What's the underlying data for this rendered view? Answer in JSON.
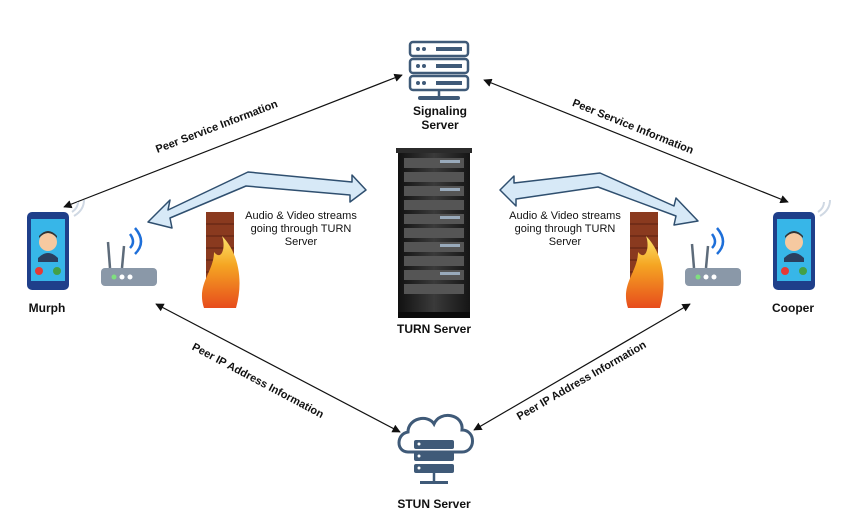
{
  "signaling_server": {
    "label_line1": "Signaling",
    "label_line2": "Server"
  },
  "turn_server": {
    "label": "TURN Server"
  },
  "stun_server": {
    "label": "STUN Server"
  },
  "peers": {
    "left": {
      "name": "Murph"
    },
    "right": {
      "name": "Cooper"
    }
  },
  "edges": {
    "peer_service_left": "Peer Service Information",
    "peer_service_right": "Peer Service Information",
    "peer_ip_left": "Peer IP Address Information",
    "peer_ip_right": "Peer IP Address Information"
  },
  "streams": {
    "left": {
      "line1": "Audio & Video streams",
      "line2": "going through TURN",
      "line3": "Server"
    },
    "right": {
      "line1": "Audio & Video streams",
      "line2": "going through TURN",
      "line3": "Server"
    }
  },
  "colors": {
    "server_blue": "#3f5a78",
    "big_arrow_fill": "#d7e9f7",
    "big_arrow_stroke": "#2f4f6f",
    "phone_blue": "#1f3f8a",
    "screen_cyan": "#37b6e8",
    "router": "#7c8c9c",
    "firewall": "#8a3a1f",
    "flame": "#f39c12",
    "rack": "#222222"
  },
  "icons": [
    "signaling-server-icon",
    "turn-server-rack-icon",
    "stun-cloud-server-icon",
    "phone-icon",
    "router-icon",
    "firewall-icon",
    "wifi-icon"
  ]
}
